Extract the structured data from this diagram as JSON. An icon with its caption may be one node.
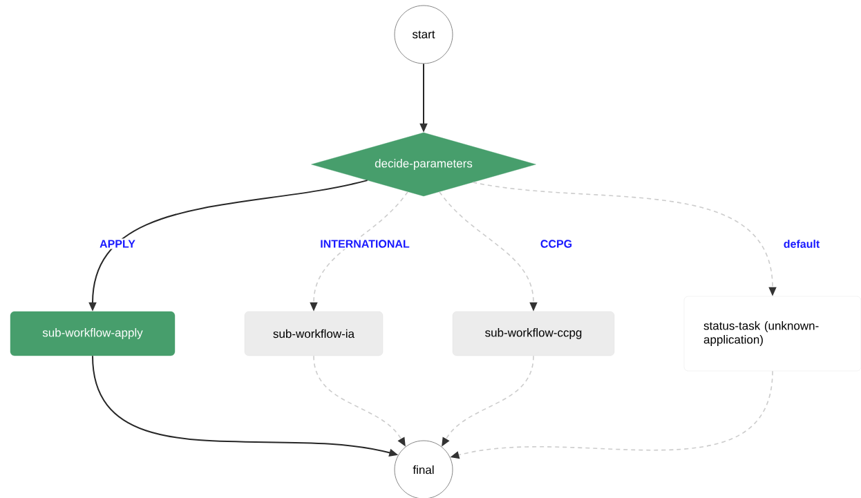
{
  "diagram": {
    "nodes": [
      {
        "text": [
          "start"
        ]
      },
      {
        "text": [
          "decide-parameters"
        ]
      },
      {
        "text": [
          "sub-workflow-apply"
        ]
      },
      {
        "text": [
          "sub-workflow-ia"
        ]
      },
      {
        "text": [
          "sub-workflow-ccpg"
        ]
      },
      {
        "text": [
          "status-task (unknown-application)"
        ]
      },
      {
        "text": [
          "final"
        ]
      }
    ],
    "edges": [
      {
        "from": 0,
        "to": 1,
        "arrow": "to",
        "color": "#262626"
      },
      {
        "from": 1,
        "to": 2,
        "arrow": "to",
        "label": "APPLY",
        "color": "#262626"
      },
      {
        "from": 1,
        "to": 3,
        "arrow": "to",
        "label": "INTERNATIONAL",
        "style": "dashed",
        "color": "#cccccc"
      },
      {
        "from": 1,
        "to": 4,
        "arrow": "to",
        "label": "CCPG",
        "style": "dashed",
        "color": "#cccccc"
      },
      {
        "from": 1,
        "to": 5,
        "arrow": "to",
        "label": "default",
        "style": "dashed",
        "color": "#cccccc"
      },
      {
        "from": 2,
        "to": 6,
        "arrow": "to",
        "color": "#262626"
      },
      {
        "from": 3,
        "to": 6,
        "arrow": "to",
        "style": "dashed",
        "color": "#cccccc"
      },
      {
        "from": 4,
        "to": 6,
        "arrow": "to",
        "style": "dashed",
        "color": "#cccccc"
      },
      {
        "from": 5,
        "to": 6,
        "arrow": "to",
        "style": "dashed",
        "color": "#cccccc"
      }
    ]
  }
}
